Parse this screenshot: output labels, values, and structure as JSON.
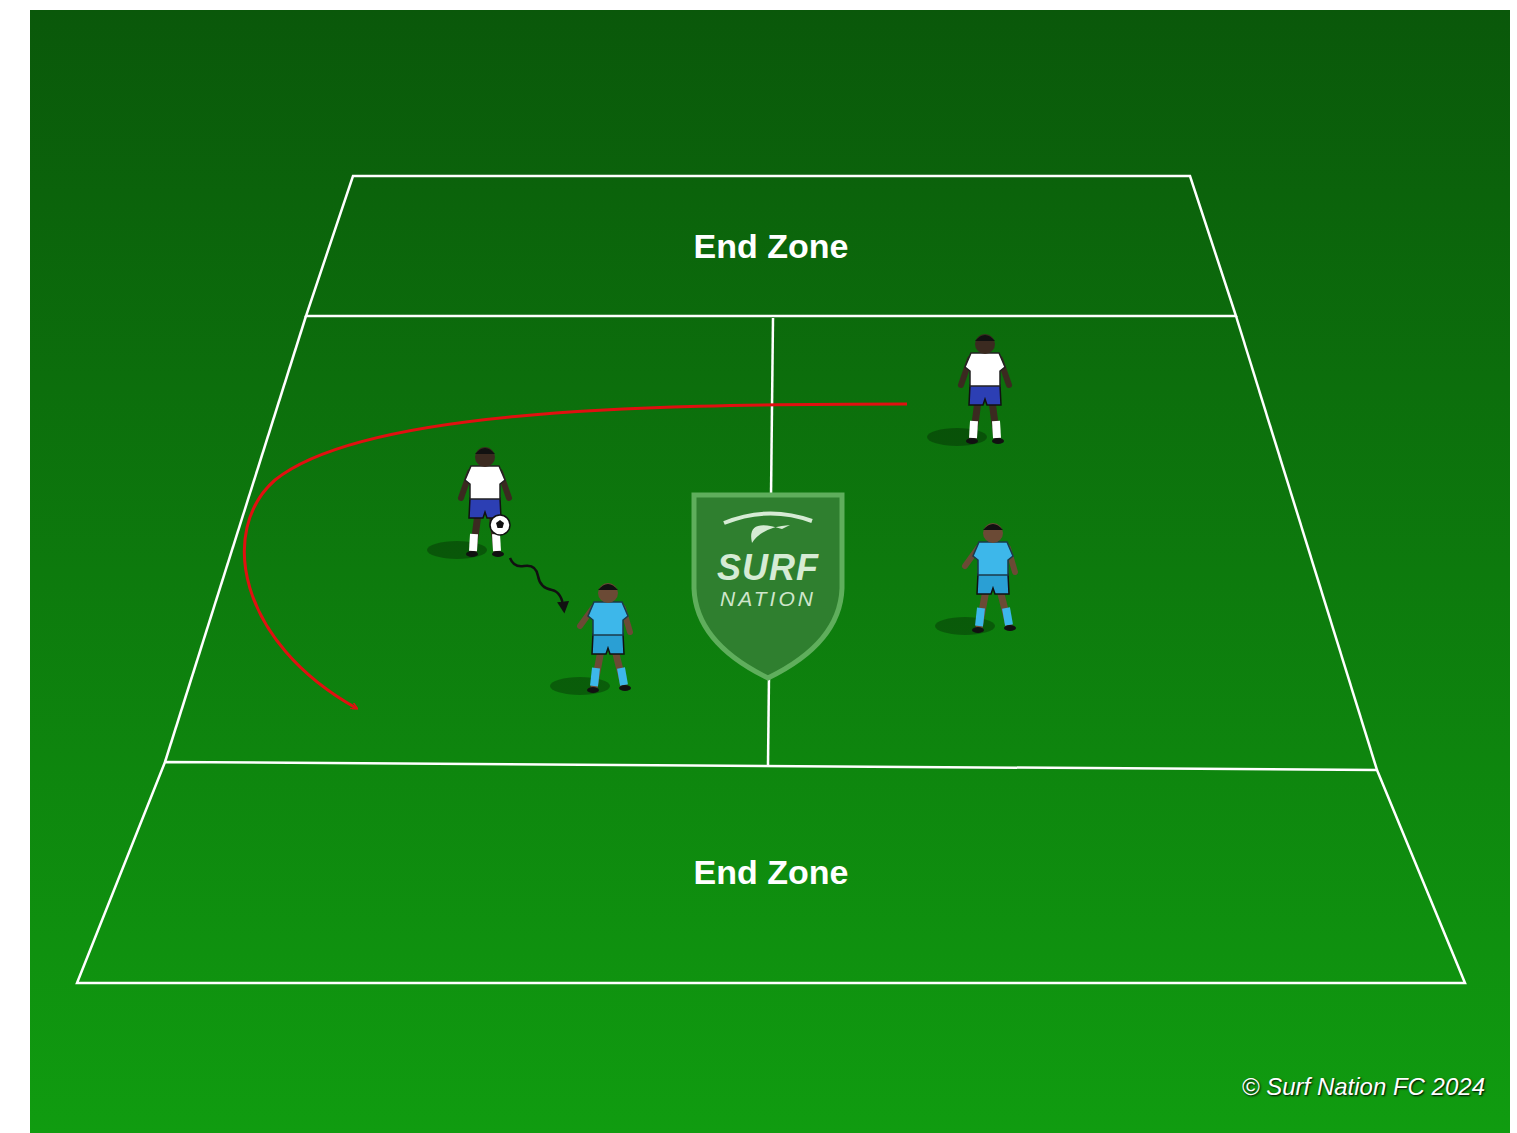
{
  "diagram": {
    "nodes": [
      {
        "text": [
          "End Zone"
        ]
      },
      {
        "text": [
          "SURF",
          "NATION"
        ]
      },
      {
        "text": [
          "End Zone"
        ]
      }
    ],
    "labels": [
      "© Surf Nation FC 2024"
    ]
  }
}
